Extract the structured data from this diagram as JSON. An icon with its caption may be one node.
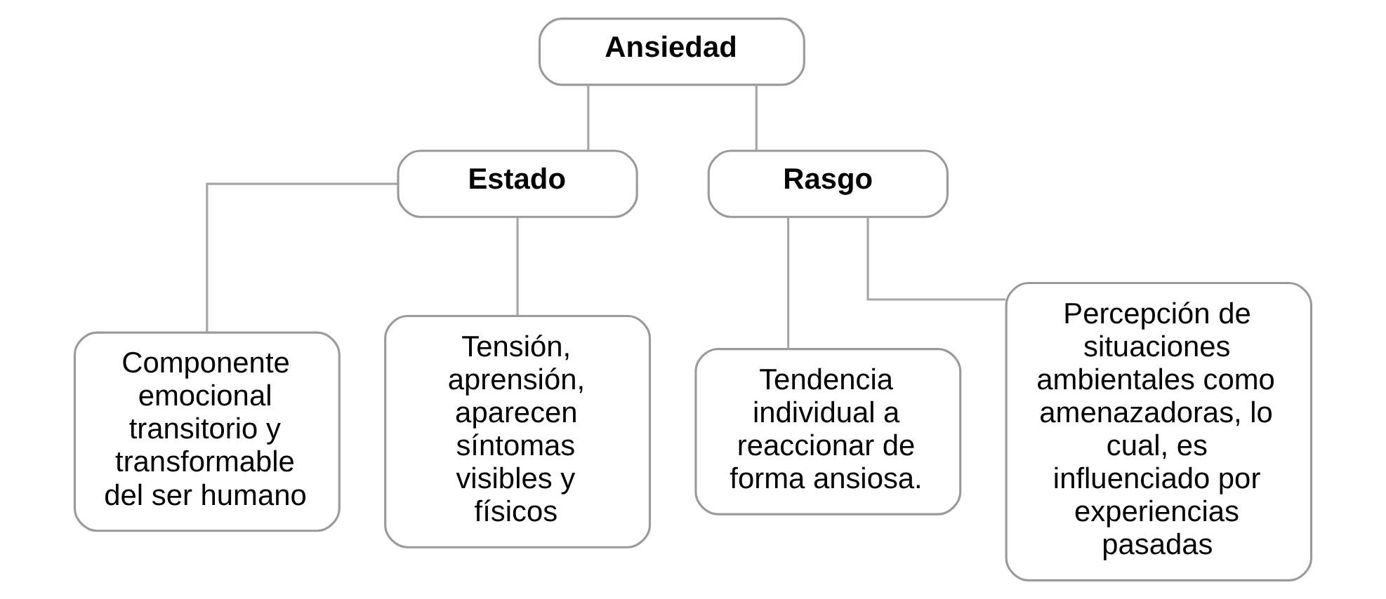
{
  "diagram": {
    "nodes": [
      {
        "text": [
          "Ansiedad"
        ]
      },
      {
        "text": [
          "Estado"
        ]
      },
      {
        "text": [
          "Rasgo"
        ]
      },
      {
        "text": [
          "Componente emocional transitorio y transformable del ser humano"
        ]
      },
      {
        "text": [
          "Tensión, aprensión, aparecen síntomas visibles y físicos"
        ]
      },
      {
        "text": [
          "Tendencia individual a reaccionar de forma ansiosa."
        ]
      },
      {
        "text": [
          "Percepción de situaciones ambientales como amenazadoras, lo cual, es influenciado por experiencias pasadas"
        ]
      }
    ],
    "edges": [
      {
        "from": 0,
        "to": 1,
        "arrow": "none"
      },
      {
        "from": 0,
        "to": 2,
        "arrow": "none"
      },
      {
        "from": 1,
        "to": 3,
        "arrow": "none"
      },
      {
        "from": 1,
        "to": 4,
        "arrow": "none"
      },
      {
        "from": 2,
        "to": 5,
        "arrow": "none"
      },
      {
        "from": 2,
        "to": 6,
        "arrow": "none"
      }
    ]
  }
}
